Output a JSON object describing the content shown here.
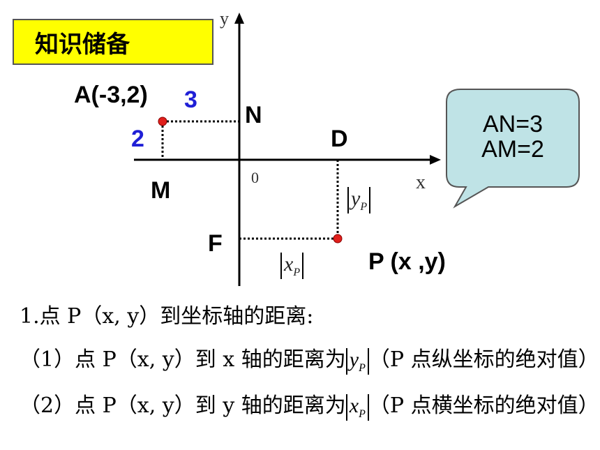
{
  "title": "知识储备",
  "axes": {
    "x_label": "x",
    "y_label": "y",
    "origin_label": "0"
  },
  "points": {
    "A_label": "A(-3,2)",
    "N_label": "N",
    "M_label": "M",
    "D_label": "D",
    "F_label": "F",
    "P_label": "P (x ,y)"
  },
  "distances": {
    "horizontal": "3",
    "vertical": "2"
  },
  "abs_labels": {
    "yp_base": "y",
    "yp_sub": "P",
    "xp_base": "x",
    "xp_sub": "P"
  },
  "callout": {
    "line1": "AN=3",
    "line2": "AM=2"
  },
  "text": {
    "line1": "1.点 P（x, y）到坐标轴的距离:",
    "line2_a": "（1）点 P（x, y）到 x 轴的距离为",
    "line2_base": "y",
    "line2_sub": "P",
    "line2_b": "（P 点纵坐标的绝对值）",
    "line3_a": "（2）点 P（x, y）到 y 轴的距离为",
    "line3_base": "x",
    "line3_sub": "P",
    "line3_b": "（P 点横坐标的绝对值）"
  },
  "colors": {
    "title_bg": "#ffff00",
    "point": "#e0201c",
    "distance_numbers": "#1f1fd6",
    "callout_bg": "#bfe3e6"
  }
}
